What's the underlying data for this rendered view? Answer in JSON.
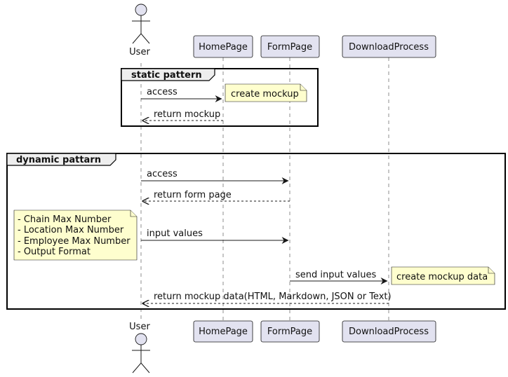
{
  "participants": {
    "user": "User",
    "home": "HomePage",
    "form": "FormPage",
    "download": "DownloadProcess"
  },
  "groups": {
    "static": "static pattern",
    "dynamic": "dynamic pattarn"
  },
  "messages": {
    "m1": "access",
    "m2": "return mockup",
    "m3": "access",
    "m4": "return form page",
    "m5": "input values",
    "m6": "send input values",
    "m7": "return mockup data(HTML, Markdown, JSON or Text)"
  },
  "notes": {
    "n1": "create mockup",
    "n2_lines": [
      "- Chain Max Number",
      "- Location Max Number",
      "- Employee Max Number",
      "- Output Format"
    ],
    "n3": "create mockup data"
  },
  "colors": {
    "participant_fill": "#e2e2f0",
    "note_fill": "#fefece",
    "group_tab_fill": "#eeeeee",
    "line": "#181818"
  }
}
